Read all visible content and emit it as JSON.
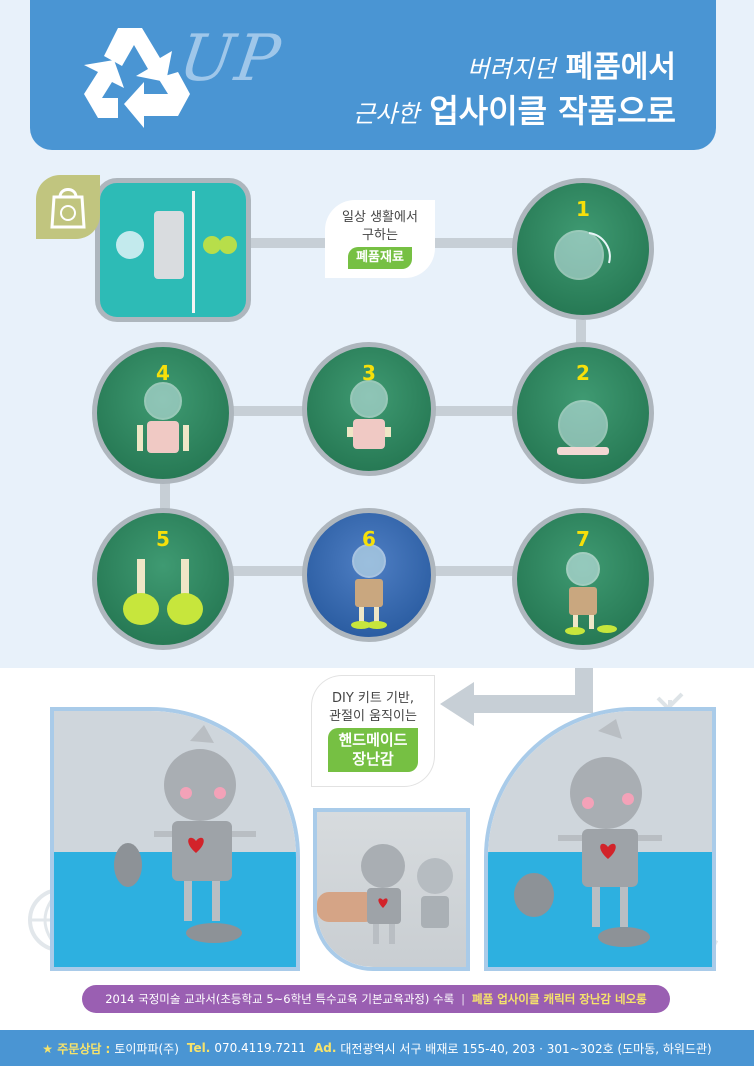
{
  "header": {
    "up_text": "UP",
    "line1_script": "버려지던",
    "line1_bold": "폐품에서",
    "line2_script": "근사한",
    "line2_bold": "업사이클 작품으로"
  },
  "materials_bubble": {
    "line1": "일상 생활에서",
    "line2": "구하는",
    "tag": "폐품재료"
  },
  "steps": [
    {
      "num": "1"
    },
    {
      "num": "2"
    },
    {
      "num": "3"
    },
    {
      "num": "4"
    },
    {
      "num": "5"
    },
    {
      "num": "6"
    },
    {
      "num": "7"
    }
  ],
  "result_bubble": {
    "line1": "DIY 키트 기반,",
    "line2": "관절이 움직이는",
    "tag_line1": "핸드메이드",
    "tag_line2": "장난감"
  },
  "caption": {
    "left": "2014 국정미술 교과서(초등학교 5~6학년 특수교육 기본교육과정) 수록",
    "separator": "|",
    "right": "폐품 업사이클 캐릭터 장난감 네오롱"
  },
  "footer": {
    "order_label": "★ 주문상담 :",
    "company": "토이파파(주)",
    "tel_label": "Tel.",
    "tel": "070.4119.7211",
    "addr_label": "Ad.",
    "address": "대전광역시 서구 배재로 155-40, 203 · 301~302호 (도마동, 하워드관)"
  },
  "colors": {
    "header_blue": "#4a95d3",
    "accent_yellow": "#f6e00a",
    "leaf_green": "#76c043",
    "caption_purple": "#9a5fb2"
  }
}
